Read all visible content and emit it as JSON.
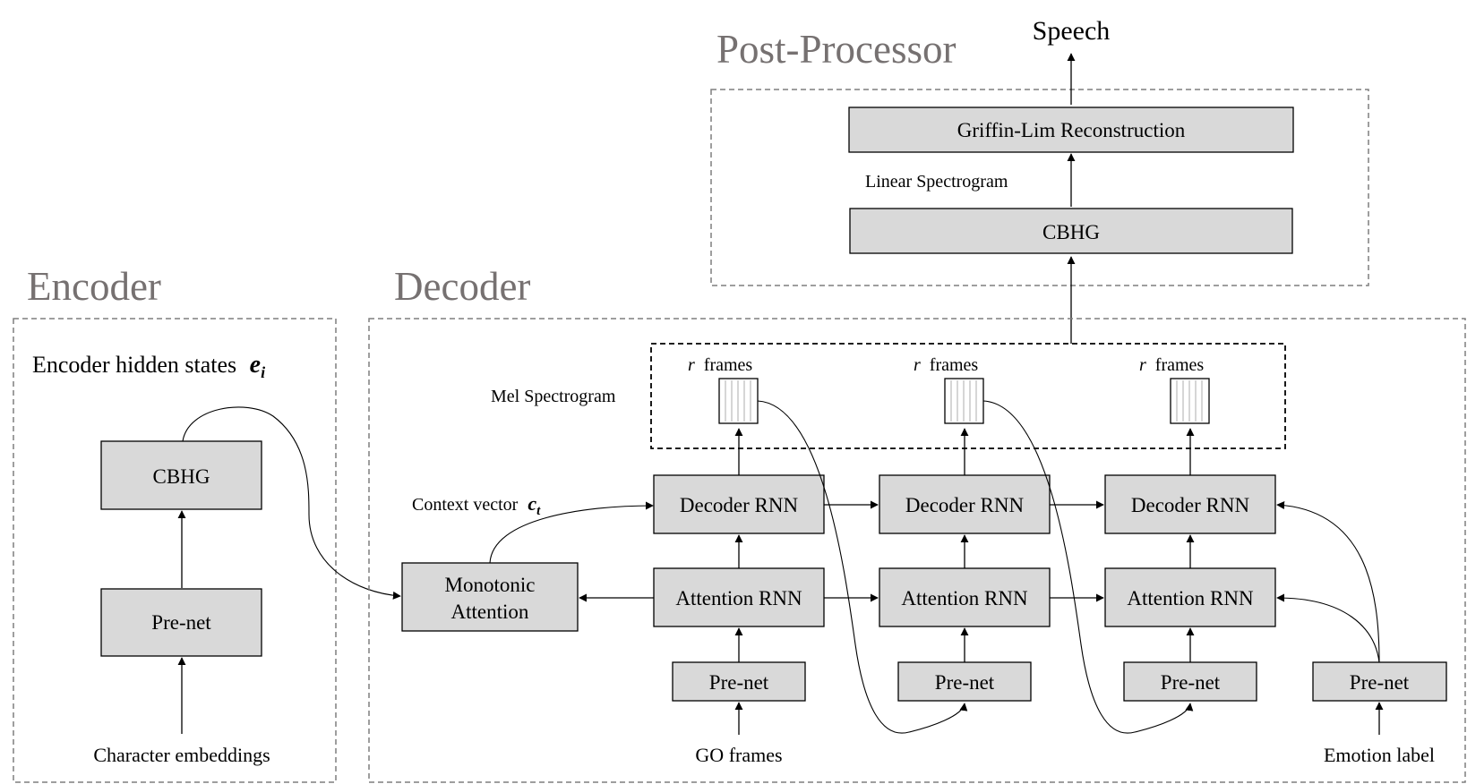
{
  "sections": {
    "post_processor": "Post-Processor",
    "encoder": "Encoder",
    "decoder": "Decoder"
  },
  "post_processor": {
    "output": "Speech",
    "griffin_lim": "Griffin-Lim Reconstruction",
    "linear_spectrogram": "Linear Spectrogram",
    "cbhg": "CBHG"
  },
  "encoder": {
    "hidden_states_label": "Encoder hidden states",
    "hidden_states_symbol": "e",
    "hidden_states_subscript": "i",
    "cbhg": "CBHG",
    "prenet": "Pre-net",
    "input": "Character embeddings"
  },
  "decoder": {
    "mel_spectrogram": "Mel Spectrogram",
    "frames": [
      {
        "r": "r",
        "label": "frames"
      },
      {
        "r": "r",
        "label": "frames"
      },
      {
        "r": "r",
        "label": "frames"
      }
    ],
    "context_vector_label": "Context vector",
    "context_vector_symbol": "c",
    "context_vector_subscript": "t",
    "attention": [
      "Monotonic",
      "Attention"
    ],
    "decoder_rnn": [
      "Decoder RNN",
      "Decoder RNN",
      "Decoder RNN"
    ],
    "attention_rnn": [
      "Attention RNN",
      "Attention RNN",
      "Attention RNN"
    ],
    "prenets": [
      "Pre-net",
      "Pre-net",
      "Pre-net",
      "Pre-net"
    ],
    "go_frames": "GO frames",
    "emotion_label": "Emotion label"
  }
}
